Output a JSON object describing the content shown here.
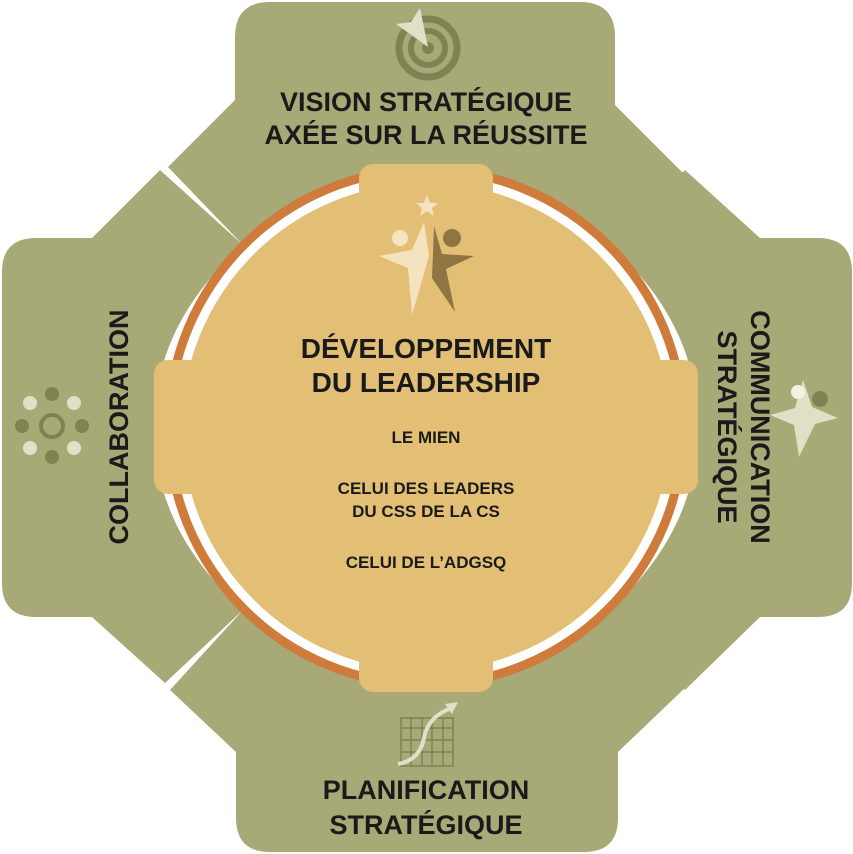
{
  "colors": {
    "olive": "#a7a977",
    "olive_icon": "#7f8253",
    "center_fill": "#e3bf76",
    "ring": "#cf7b3b",
    "icon_light": "#f4e3c1",
    "icon_dark": "#8e7542",
    "text": "#1a1a1a"
  },
  "top": {
    "icon": "target-icon",
    "line1": "VISION STRATÉGIQUE",
    "line2": "AXÉE SUR LA RÉUSSITE"
  },
  "right": {
    "icon": "leader-star-icon",
    "line1": "COMMUNICATION",
    "line2": "STRATÉGIQUE"
  },
  "bottom": {
    "icon": "growth-chart-icon",
    "line1": "PLANIFICATION",
    "line2": "STRATÉGIQUE"
  },
  "left": {
    "icon": "team-circle-icon",
    "line1": "COLLABORATION"
  },
  "center": {
    "icon": "leaders-star-icon",
    "title_line1": "DÉVELOPPEMENT",
    "title_line2": "DU LEADERSHIP",
    "items": [
      "LE MIEN",
      "CELUI DES LEADERS",
      "DU CSS DE LA CS",
      "CELUI DE L’ADGSQ"
    ]
  }
}
